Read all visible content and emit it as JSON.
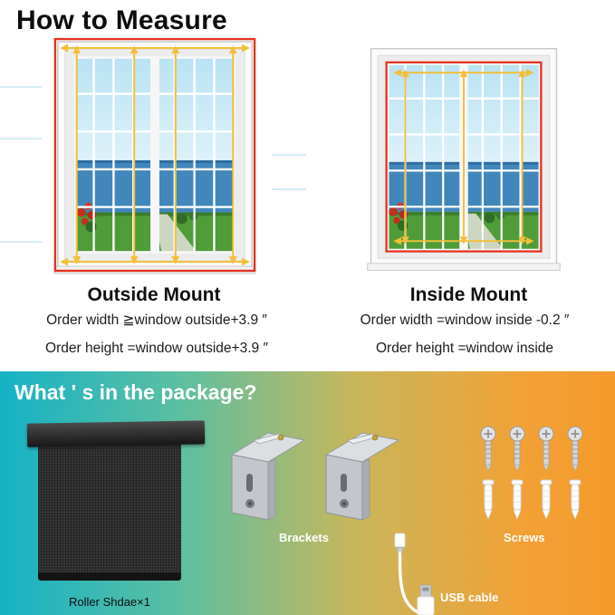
{
  "title": "How to Measure",
  "measure": {
    "outside": {
      "caption": "Outside Mount",
      "width_rule": "Order width ≧window outside+3.9 ″",
      "height_rule": "Order height =window outside+3.9 ″"
    },
    "inside": {
      "caption": "Inside Mount",
      "width_rule": "Order width =window inside -0.2 ″",
      "height_rule": "Order height =window inside"
    }
  },
  "package": {
    "heading": "What ' s in the package?",
    "items": [
      {
        "name": "roller-shade",
        "label": "Roller Shdae×1"
      },
      {
        "name": "brackets",
        "label": "Brackets"
      },
      {
        "name": "screws",
        "label": "Screws"
      },
      {
        "name": "usb-cable",
        "label": "USB cable"
      }
    ]
  },
  "colors": {
    "measure_frame_red": "#e4321f",
    "measure_line_yellow": "#f2bf3a",
    "gradient_left_teal": "#16b2c6",
    "gradient_right_orange": "#f49a2a"
  }
}
